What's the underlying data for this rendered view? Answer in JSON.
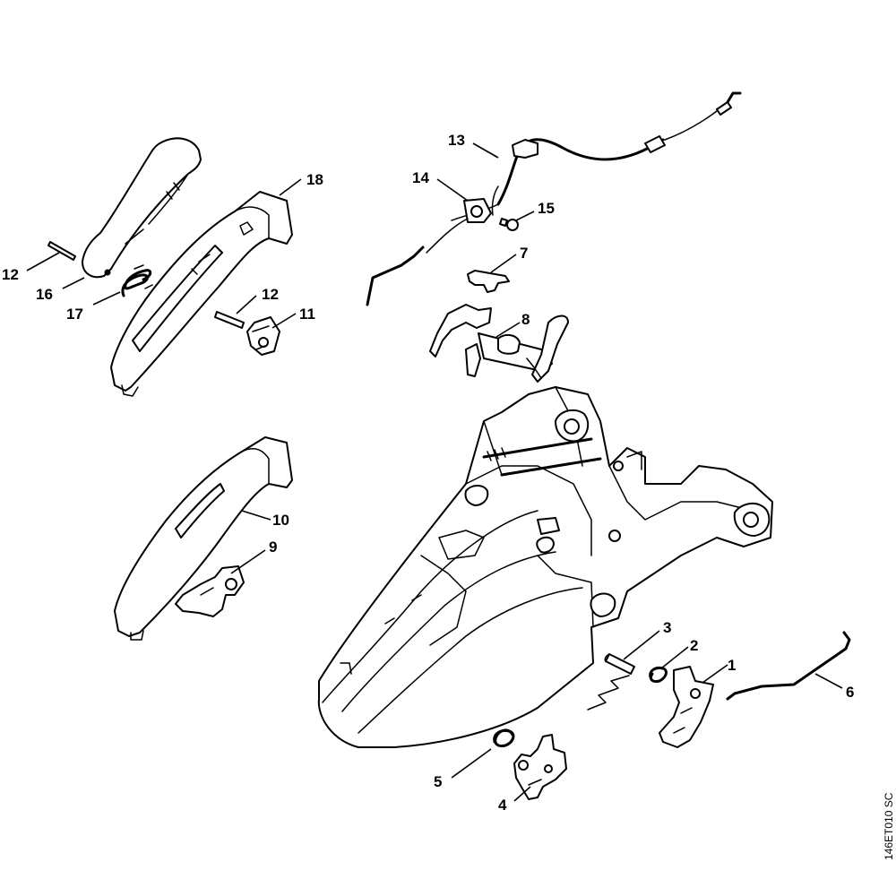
{
  "callouts": {
    "c1": "1",
    "c2": "2",
    "c3": "3",
    "c4": "4",
    "c5": "5",
    "c6": "6",
    "c7": "7",
    "c8": "8",
    "c9": "9",
    "c10": "10",
    "c11": "11",
    "c12a": "12",
    "c12b": "12",
    "c13": "13",
    "c14": "14",
    "c15": "15",
    "c16": "16",
    "c17": "17",
    "c18": "18"
  },
  "drawing_code": "146ET010 SC",
  "colors": {
    "line": "#000000",
    "fill": "#ffffff",
    "background": "#ffffff"
  }
}
